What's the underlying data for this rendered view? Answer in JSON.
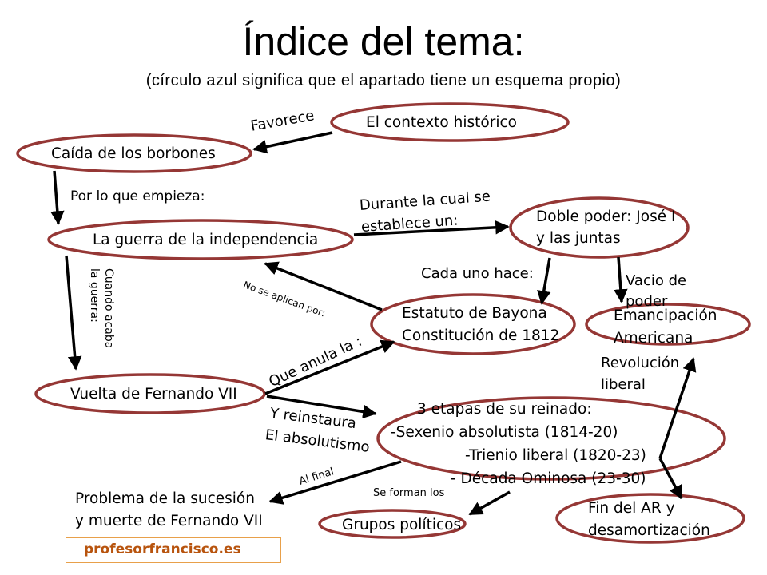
{
  "title": "Índice del tema:",
  "subtitle": "(círculo azul significa que el apartado tiene un esquema propio)",
  "colors": {
    "node_border": "#953735",
    "arrow": "#000000",
    "footer_border": "#E8A04A",
    "footer_text": "#B8540E"
  },
  "nodes": {
    "contexto": "El contexto histórico",
    "caida": "Caída de los borbones",
    "guerra": "La guerra de la independencia",
    "doble_line1": "Doble poder: José I",
    "doble_line2": "y las juntas",
    "estatuto_line1": "Estatuto de Bayona",
    "estatuto_line2": "Constitución de 1812",
    "emancipacion_line1": "Emancipación",
    "emancipacion_line2": "Americana",
    "vuelta": "Vuelta de Fernando VII",
    "etapas_line1": "3 etapas de su reinado:",
    "etapas_line2": "-Sexenio absolutista (1814-20)",
    "etapas_line3": "-Trienio liberal (1820-23)",
    "etapas_line4": "- Década Ominosa (23-30)",
    "problema_line1": "Problema de la sucesión",
    "problema_line2": "y muerte de Fernando VII",
    "grupos": "Grupos políticos",
    "fin_line1": "Fin del AR y",
    "fin_line2": "desamortización"
  },
  "labels": {
    "favorece": "Favorece",
    "por_lo_que": "Por lo que empieza:",
    "durante_line1": "Durante la cual se",
    "durante_line2": "establece un:",
    "cada_uno": "Cada uno hace:",
    "vacio_line1": "Vacio de",
    "vacio_line2": "poder",
    "no_se_aplican": "No se aplican por:",
    "cuando_line1": "Cuando acaba",
    "cuando_line2": "la guerra:",
    "que_anula": "Que anula la :",
    "y_reinstaura_line1": "Y reinstaura",
    "y_reinstaura_line2": "El absolutismo",
    "revolucion_line1": "Revolución",
    "revolucion_line2": "liberal",
    "al_final": "Al final",
    "se_forman": "Se forman los"
  },
  "footer": "profesorfrancisco.es"
}
